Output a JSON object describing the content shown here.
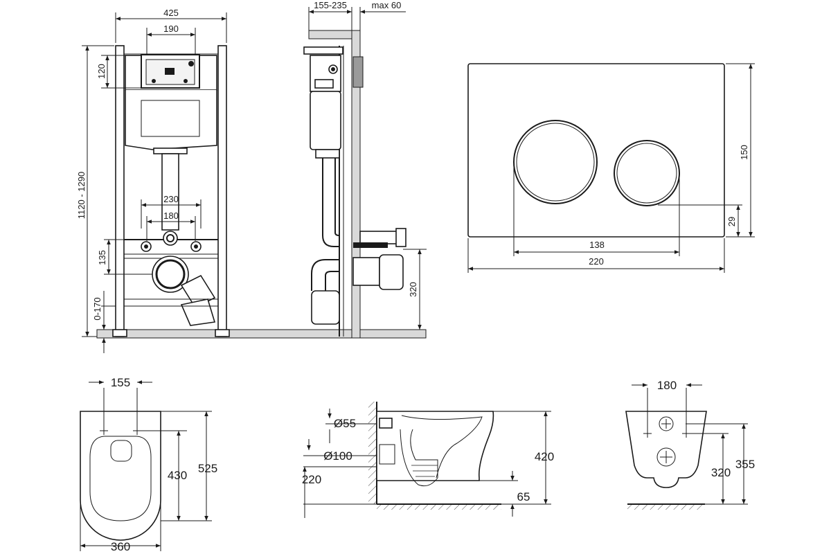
{
  "frame_front": {
    "dim_width": "425",
    "dim_button_plate": "190",
    "dim_height": "1120 - 1290",
    "dim_top_panel": "120",
    "dim_pipe_outer": "230",
    "dim_pipe_inner": "180",
    "dim_drain_height": "135",
    "dim_floor_adjust": "0-170"
  },
  "frame_side": {
    "dim_depth": "155-235",
    "dim_max_wall": "max 60",
    "dim_drain_level": "320"
  },
  "flush_plate": {
    "dim_height": "150",
    "dim_button_offset": "29",
    "dim_buttons_span": "138",
    "dim_width": "220"
  },
  "toilet_top": {
    "dim_bolt_spacing": "155",
    "dim_bolt_to_front": "430",
    "dim_length": "525",
    "dim_width": "360"
  },
  "toilet_side": {
    "dim_inlet": "Ø55",
    "dim_outlet": "Ø100",
    "dim_outlet_height": "220",
    "dim_height": "420",
    "dim_bottom": "65"
  },
  "toilet_back": {
    "dim_bolt_spacing": "180",
    "dim_bolt_height": "320",
    "dim_total_height": "355"
  },
  "colors": {
    "line": "#1a1a1a",
    "background": "#ffffff",
    "shade": "#d9d9d9"
  }
}
